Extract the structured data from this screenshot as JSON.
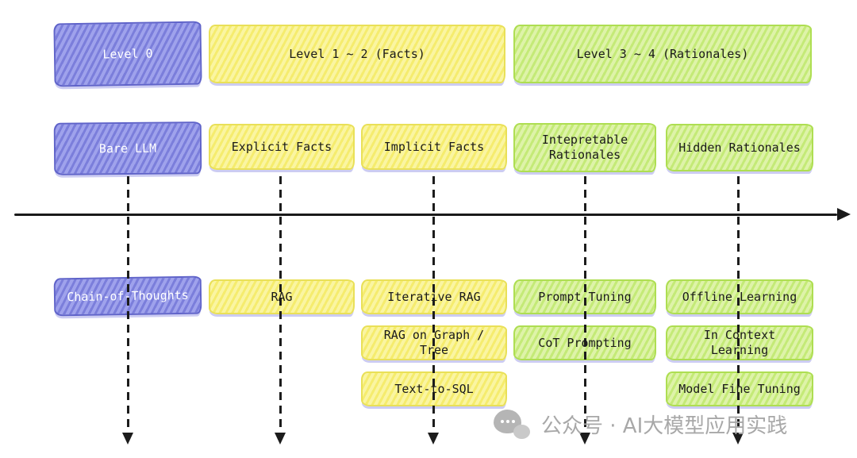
{
  "headers": [
    {
      "label": "Level 0"
    },
    {
      "label": "Level 1 ~ 2 (Facts)"
    },
    {
      "label": "Level 3 ~ 4 (Rationales)"
    }
  ],
  "columns": [
    {
      "category": "Bare LLM",
      "items": [
        "Chain-of-Thoughts"
      ]
    },
    {
      "category": "Explicit Facts",
      "items": [
        "RAG"
      ]
    },
    {
      "category": "Implicit Facts",
      "items": [
        "Iterative RAG",
        "RAG on Graph / Tree",
        "Text-to-SQL"
      ]
    },
    {
      "category": "Intepretable Rationales",
      "items": [
        "Prompt Tuning",
        "CoT Prompting"
      ]
    },
    {
      "category": "Hidden Rationales",
      "items": [
        "Offline Learning",
        "In Context Learning",
        "Model Fine Tuning"
      ]
    }
  ],
  "watermark": {
    "text": "公众号 · AI大模型应用实践",
    "icon": "wechat-chat-bubbles-icon"
  },
  "colors": {
    "purple": "#8084e2",
    "yellow": "#f8f17e",
    "green": "#cbee86",
    "axis": "#1a1a1a",
    "watermark_gray": "#a8a8a8",
    "shadow_lavender": "#ccccf2"
  }
}
